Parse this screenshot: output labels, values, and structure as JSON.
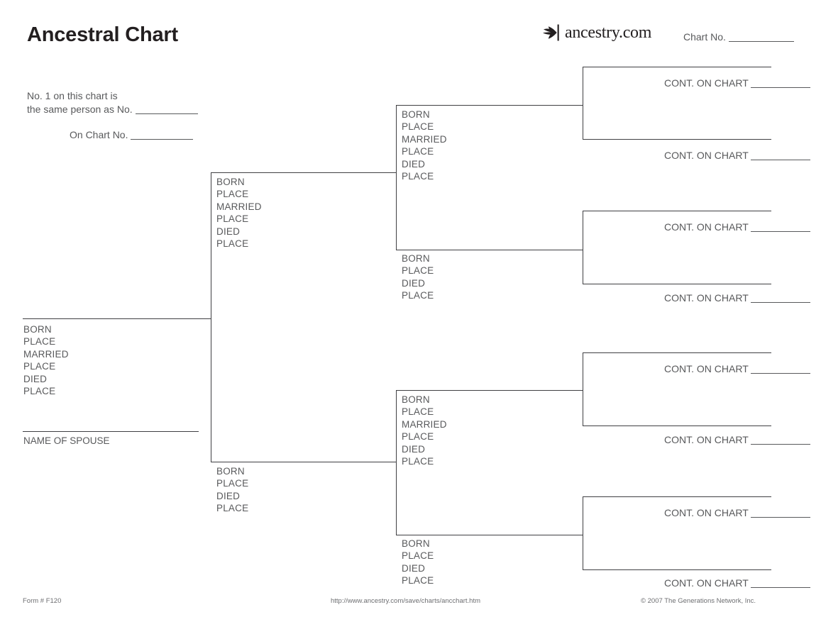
{
  "header": {
    "title": "Ancestral Chart",
    "brand_text": "ancestry.com",
    "brand_icon": "ancestry-leaf-icon",
    "chart_no_label": "Chart No."
  },
  "xref": {
    "line1": "No. 1 on this chart is",
    "line2": "the same person as No.",
    "line3": "On Chart No."
  },
  "labels": {
    "born": "BORN",
    "place": "PLACE",
    "married": "MARRIED",
    "died": "DIED",
    "spouse": "NAME OF SPOUSE",
    "cont_on_chart": "CONT. ON CHART"
  },
  "persons": {
    "p1": {
      "fields": [
        "BORN",
        "PLACE",
        "MARRIED",
        "PLACE",
        "DIED",
        "PLACE"
      ],
      "spouse_label": "NAME OF SPOUSE"
    },
    "p2_father": {
      "fields": [
        "BORN",
        "PLACE",
        "MARRIED",
        "PLACE",
        "DIED",
        "PLACE"
      ]
    },
    "p3_mother": {
      "fields": [
        "BORN",
        "PLACE",
        "DIED",
        "PLACE"
      ]
    },
    "p4": {
      "fields": [
        "BORN",
        "PLACE",
        "MARRIED",
        "PLACE",
        "DIED",
        "PLACE"
      ]
    },
    "p5": {
      "fields": [
        "BORN",
        "PLACE",
        "DIED",
        "PLACE"
      ]
    },
    "p6": {
      "fields": [
        "BORN",
        "PLACE",
        "MARRIED",
        "PLACE",
        "DIED",
        "PLACE"
      ]
    },
    "p7": {
      "fields": [
        "BORN",
        "PLACE",
        "DIED",
        "PLACE"
      ]
    },
    "p8": {
      "cont": "CONT. ON CHART"
    },
    "p9": {
      "cont": "CONT. ON CHART"
    },
    "p10": {
      "cont": "CONT. ON CHART"
    },
    "p11": {
      "cont": "CONT. ON CHART"
    },
    "p12": {
      "cont": "CONT. ON CHART"
    },
    "p13": {
      "cont": "CONT. ON CHART"
    },
    "p14": {
      "cont": "CONT. ON CHART"
    },
    "p15": {
      "cont": "CONT. ON CHART"
    }
  },
  "footer": {
    "form": "Form # F120",
    "url": "http://www.ancestry.com/save/charts/ancchart.htm",
    "copyright": "© 2007 The Generations Network, Inc."
  },
  "colors": {
    "text": "#58595b",
    "heading": "#231f20",
    "rule": "#3f3f42",
    "footer": "#6d6e71"
  }
}
